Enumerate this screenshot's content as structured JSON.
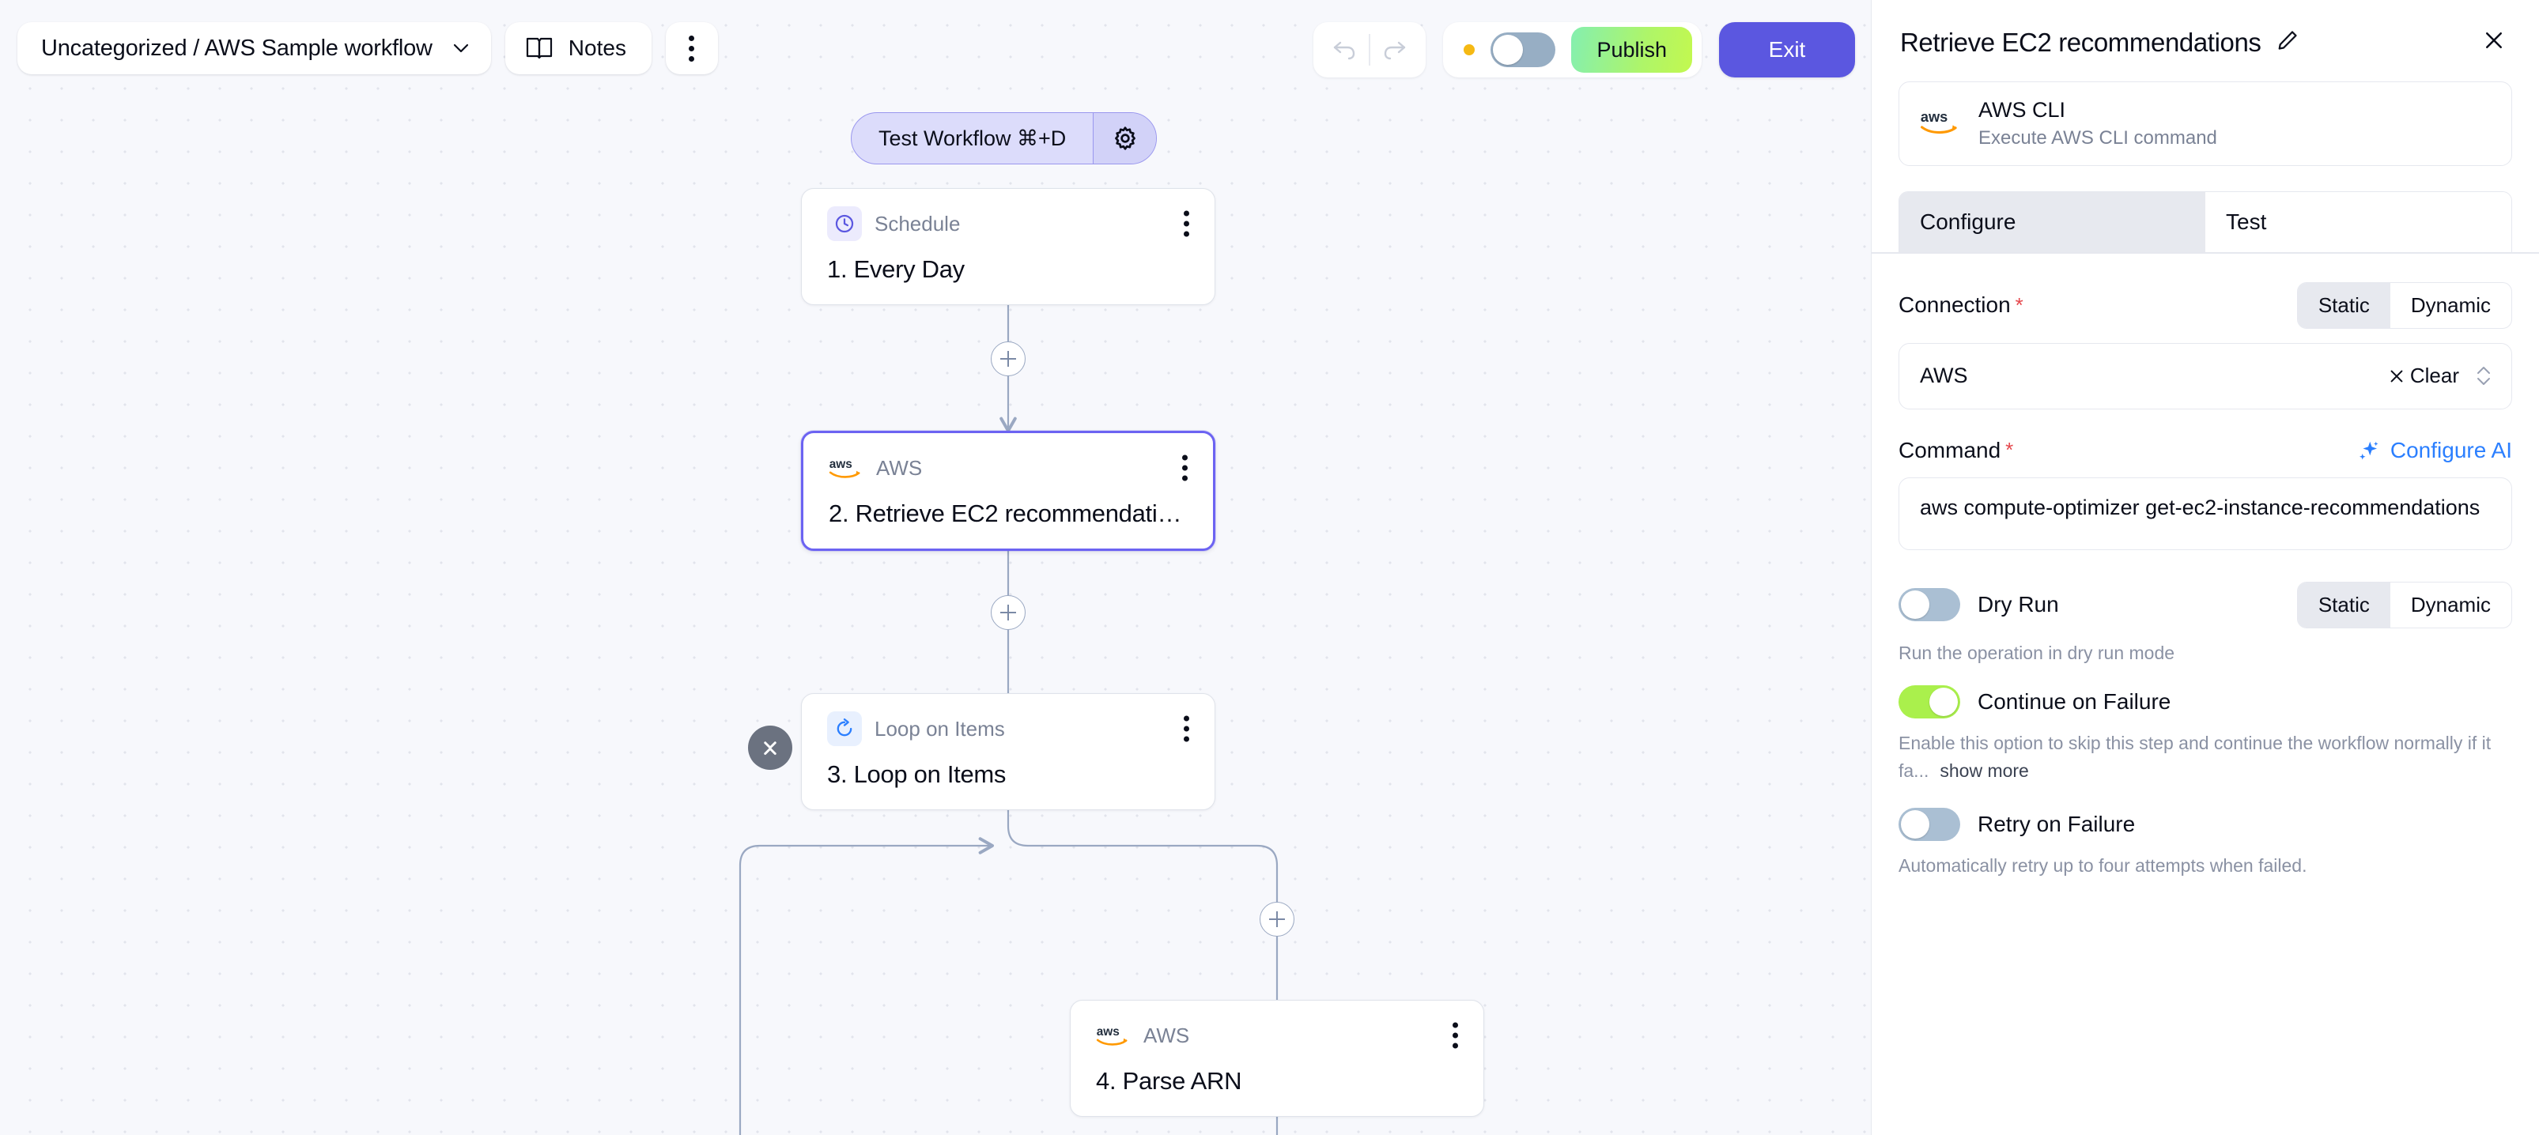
{
  "toolbar": {
    "workflow_breadcrumb": "Uncategorized / AWS Sample workflow",
    "notes_label": "Notes",
    "more_label": "⋮",
    "publish_label": "Publish",
    "exit_label": "Exit",
    "status_color": "#f5b914",
    "undo_label": "Undo",
    "redo_label": "Redo"
  },
  "canvas": {
    "test_button": {
      "label": "Test Workflow ⌘+D",
      "settings_label": "Test settings"
    },
    "nodes": [
      {
        "type": "Schedule",
        "title": "1. Every Day",
        "icon": "clock-icon",
        "selected": false
      },
      {
        "type": "AWS",
        "title": "2. Retrieve EC2 recommendati…",
        "icon": "aws-logo-icon",
        "selected": true
      },
      {
        "type": "Loop on Items",
        "title": "3. Loop on Items",
        "icon": "loop-icon",
        "selected": false
      },
      {
        "type": "AWS",
        "title": "4. Parse ARN",
        "icon": "aws-logo-icon",
        "selected": false
      }
    ],
    "add_step_label": "+"
  },
  "panel": {
    "title": "Retrieve EC2 recommendations",
    "edit_label": "Rename",
    "close_label": "Close",
    "integration": {
      "name": "AWS CLI",
      "description": "Execute AWS CLI command",
      "icon": "aws-logo-icon"
    },
    "tabs": [
      {
        "label": "Configure",
        "active": true
      },
      {
        "label": "Test",
        "active": false
      }
    ],
    "connection": {
      "label": "Connection",
      "required": "*",
      "mode_static": "Static",
      "mode_dynamic": "Dynamic",
      "selected_mode": "Static",
      "value": "AWS",
      "clear_label": "Clear"
    },
    "command": {
      "label": "Command",
      "required": "*",
      "configure_ai_label": "Configure AI",
      "value": "aws compute-optimizer get-ec2-instance-recommendations"
    },
    "dry_run": {
      "label": "Dry Run",
      "enabled": false,
      "help": "Run the operation in dry run mode",
      "mode_static": "Static",
      "mode_dynamic": "Dynamic",
      "selected_mode": "Static"
    },
    "continue_on_failure": {
      "label": "Continue on Failure",
      "enabled": true,
      "help": "Enable this option to skip this step and continue the workflow normally if it fa...",
      "show_more_label": "show more"
    },
    "retry_on_failure": {
      "label": "Retry on Failure",
      "enabled": false,
      "help": "Automatically retry up to four attempts when failed."
    }
  }
}
